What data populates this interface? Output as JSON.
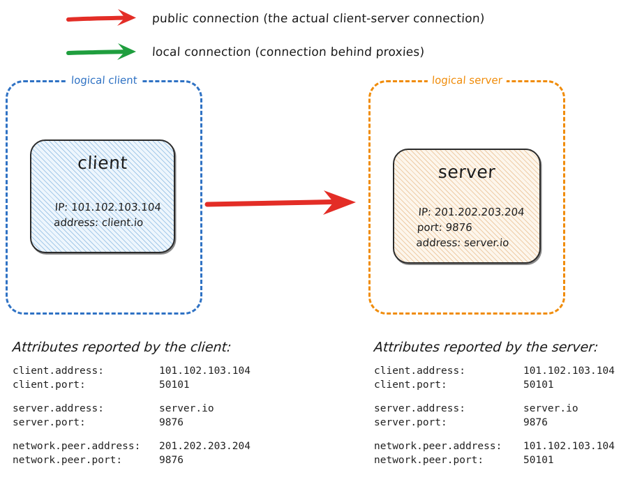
{
  "colors": {
    "public_arrow": "#e32d26",
    "local_arrow": "#1f9e3e",
    "logical_client_border": "#2f72c4",
    "logical_server_border": "#f08c0a",
    "client_fill": "#eef6fd",
    "client_hatch": "#68a4d6",
    "server_fill": "#fdf6ec",
    "server_hatch": "#e1aa6e",
    "node_border": "#2b2b2b",
    "text": "#1a1a1a",
    "background": "#ffffff"
  },
  "legend": {
    "items": [
      {
        "icon": "red-arrow-icon",
        "color": "#e32d26",
        "label": "public connection (the actual client-server connection)"
      },
      {
        "icon": "green-arrow-icon",
        "color": "#1f9e3e",
        "label": "local connection (connection behind proxies)"
      }
    ]
  },
  "diagram": {
    "client_container": {
      "label": "logical client",
      "node": {
        "title": "client",
        "lines": [
          "IP: 101.102.103.104",
          "address: client.io"
        ]
      }
    },
    "server_container": {
      "label": "logical server",
      "node": {
        "title": "server",
        "lines": [
          "IP: 201.202.203.204",
          "port: 9876",
          "address: server.io"
        ]
      }
    },
    "connection_arrow": {
      "icon": "red-arrow-icon",
      "color": "#e32d26",
      "from": "client",
      "to": "server",
      "kind": "public connection"
    }
  },
  "attributes_client": {
    "heading": "Attributes reported by the client:",
    "groups": [
      [
        {
          "key": "client.address:",
          "value": "101.102.103.104"
        },
        {
          "key": "client.port:",
          "value": "50101"
        }
      ],
      [
        {
          "key": "server.address:",
          "value": "server.io"
        },
        {
          "key": "server.port:",
          "value": "9876"
        }
      ],
      [
        {
          "key": "network.peer.address:",
          "value": "201.202.203.204"
        },
        {
          "key": "network.peer.port:",
          "value": "9876"
        }
      ]
    ]
  },
  "attributes_server": {
    "heading": "Attributes reported by the server:",
    "groups": [
      [
        {
          "key": "client.address:",
          "value": "101.102.103.104"
        },
        {
          "key": "client.port:",
          "value": "50101"
        }
      ],
      [
        {
          "key": "server.address:",
          "value": "server.io"
        },
        {
          "key": "server.port:",
          "value": "9876"
        }
      ],
      [
        {
          "key": "network.peer.address:",
          "value": "101.102.103.104"
        },
        {
          "key": "network.peer.port:",
          "value": "50101"
        }
      ]
    ]
  }
}
